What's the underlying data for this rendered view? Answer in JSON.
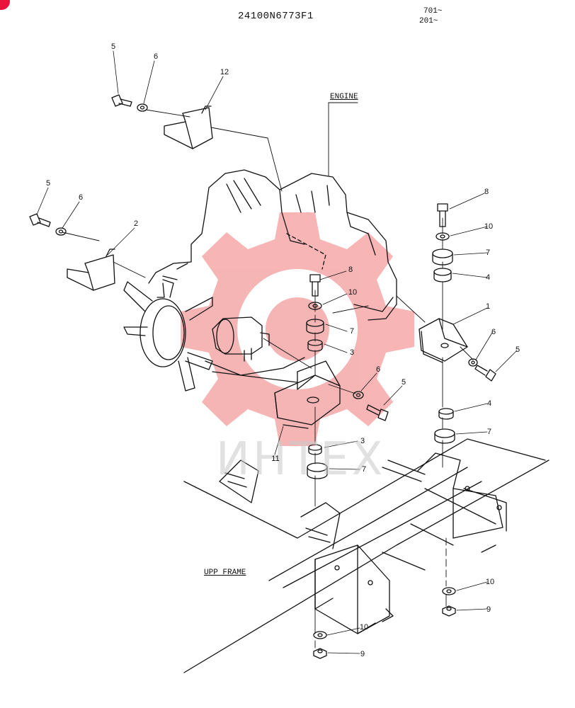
{
  "header": {
    "part_code": "24100N6773F1",
    "serial_line_1": "701~",
    "serial_line_2": "201~"
  },
  "labels": {
    "engine": "ENGINE",
    "upp_frame": "UPP FRAME"
  },
  "watermark": {
    "text": "ИНТЕХ",
    "color": "#f5a3a3"
  },
  "brand_color": "#e8143c",
  "callouts": [
    {
      "id": "c1",
      "text": "5"
    },
    {
      "id": "c2",
      "text": "6"
    },
    {
      "id": "c3",
      "text": "12"
    },
    {
      "id": "c4",
      "text": "5"
    },
    {
      "id": "c5",
      "text": "6"
    },
    {
      "id": "c6",
      "text": "2"
    },
    {
      "id": "c7",
      "text": "8"
    },
    {
      "id": "c8",
      "text": "10"
    },
    {
      "id": "c9",
      "text": "7"
    },
    {
      "id": "c10",
      "text": "3"
    },
    {
      "id": "c11",
      "text": "6"
    },
    {
      "id": "c12",
      "text": "5"
    },
    {
      "id": "c13",
      "text": "11"
    },
    {
      "id": "c14",
      "text": "3"
    },
    {
      "id": "c15",
      "text": "7"
    },
    {
      "id": "c16",
      "text": "8"
    },
    {
      "id": "c17",
      "text": "10"
    },
    {
      "id": "c18",
      "text": "7"
    },
    {
      "id": "c19",
      "text": "4"
    },
    {
      "id": "c20",
      "text": "1"
    },
    {
      "id": "c21",
      "text": "6"
    },
    {
      "id": "c22",
      "text": "5"
    },
    {
      "id": "c23",
      "text": "4"
    },
    {
      "id": "c24",
      "text": "7"
    },
    {
      "id": "c25",
      "text": "10"
    },
    {
      "id": "c26",
      "text": "9"
    },
    {
      "id": "c27",
      "text": "10"
    },
    {
      "id": "c28",
      "text": "9"
    }
  ]
}
